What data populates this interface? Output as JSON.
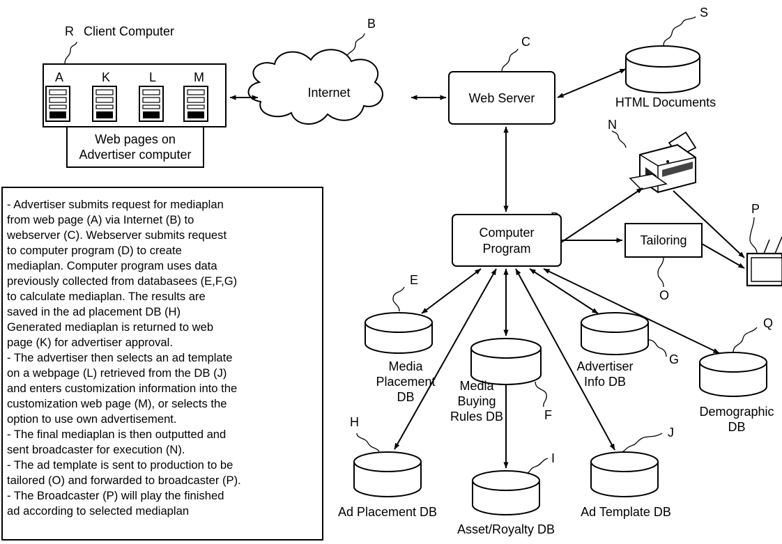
{
  "labels": {
    "R": "R",
    "client_computer": "Client Computer",
    "A": "A",
    "K": "K",
    "L": "L",
    "M": "M",
    "web_pages_line1": "Web pages on",
    "web_pages_line2": "Advertiser computer",
    "B": "B",
    "internet": "Internet",
    "C": "C",
    "web_server": "Web Server",
    "S": "S",
    "html_documents": "HTML Documents",
    "N": "N",
    "P": "P",
    "D": "D",
    "computer_program_line1": "Computer",
    "computer_program_line2": "Program",
    "tailoring": "Tailoring",
    "O": "O",
    "E": "E",
    "media_placement_line1": "Media",
    "media_placement_line2": "Placement",
    "media_placement_line3": "DB",
    "F": "F",
    "media_buying_line1": "Media",
    "media_buying_line2": "Buying",
    "media_buying_line3": "Rules DB",
    "G": "G",
    "advertiser_info_line1": "Advertiser",
    "advertiser_info_line2": "Info DB",
    "Q": "Q",
    "demographic_line1": "Demographic",
    "demographic_line2": "DB",
    "H": "H",
    "ad_placement_db": "Ad Placement DB",
    "I": "I",
    "asset_royalty_db": "Asset/Royalty DB",
    "J": "J",
    "ad_template_db": "Ad Template DB"
  },
  "description_lines": [
    "- Advertiser submits request for mediaplan",
    "from web page (A) via Internet (B) to",
    "webserver (C). Webserver submits request",
    "to computer program (D) to create",
    "mediaplan. Computer program uses data",
    "previously collected from databasees (E,F,G)",
    "to calculate mediaplan. The results are",
    "saved in the ad placement DB (H)",
    "Generated mediaplan is returned to web",
    "page (K) for advertiser approval.",
    "- The advertiser then selects an ad template",
    "on a webpage (L) retrieved from the DB (J)",
    "and enters customization information into the",
    "customization web page (M), or selects the",
    "option to use own advertisement.",
    "- The final mediaplan is then outputted and",
    "sent broadcaster for execution (N).",
    "- The ad template is sent to production to be",
    "tailored (O) and forwarded to broadcaster (P).",
    "- The Broadcaster (P) will play the finished",
    "ad according to selected mediaplan"
  ]
}
